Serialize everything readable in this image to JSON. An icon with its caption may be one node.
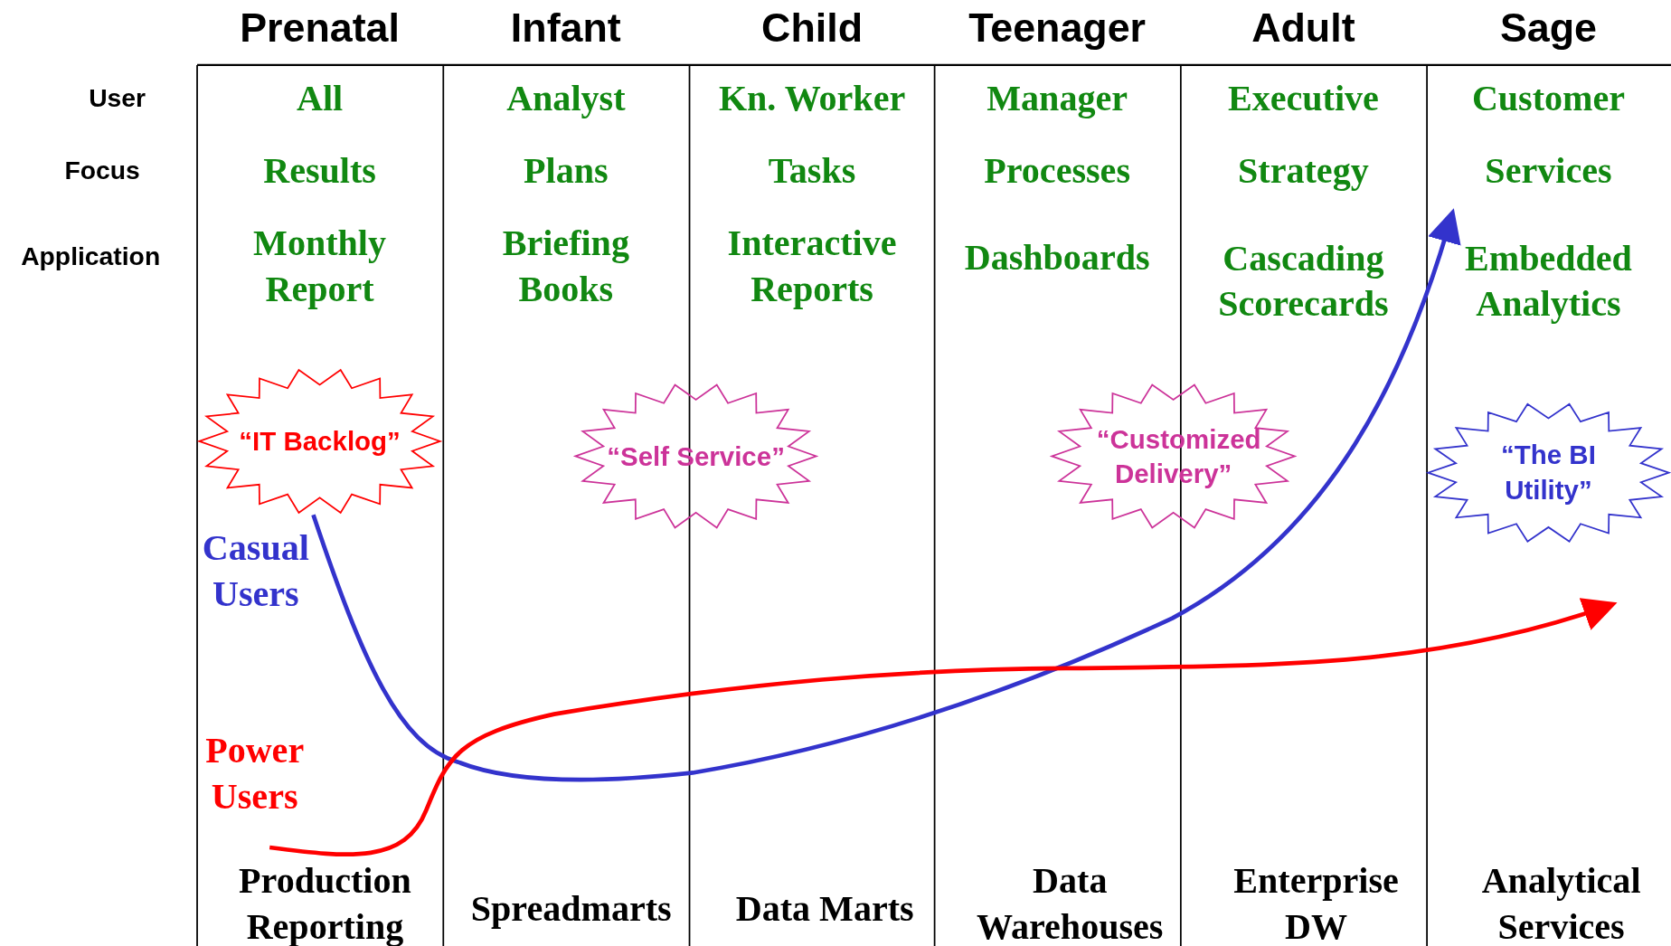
{
  "diagram": {
    "nodes": [
      {
        "text": [
          "“IT Backlog”"
        ]
      },
      {
        "text": [
          "“Self Service”"
        ]
      },
      {
        "text": [
          "“Customized Delivery”"
        ]
      },
      {
        "text": [
          "“The BI Utility”"
        ]
      }
    ],
    "edges": [],
    "labels": [
      "Prenatal",
      "Infant",
      "Child",
      "Teenager",
      "Adult",
      "Sage",
      "User",
      "All",
      "Analyst",
      "Kn. Worker",
      "Manager",
      "Executive",
      "Customer",
      "Focus",
      "Results",
      "Plans",
      "Tasks",
      "Processes",
      "Strategy",
      "Services",
      "Application",
      "Monthly Report",
      "Briefing Books",
      "Interactive Reports",
      "Dashboards",
      "Cascading Scorecards",
      "Embedded Analytics",
      "Casual Users",
      "Power Users",
      "Production Reporting",
      "Spreadmarts",
      "Data Marts",
      "Data Warehouses",
      "Enterprise DW",
      "Analytical Services"
    ]
  }
}
